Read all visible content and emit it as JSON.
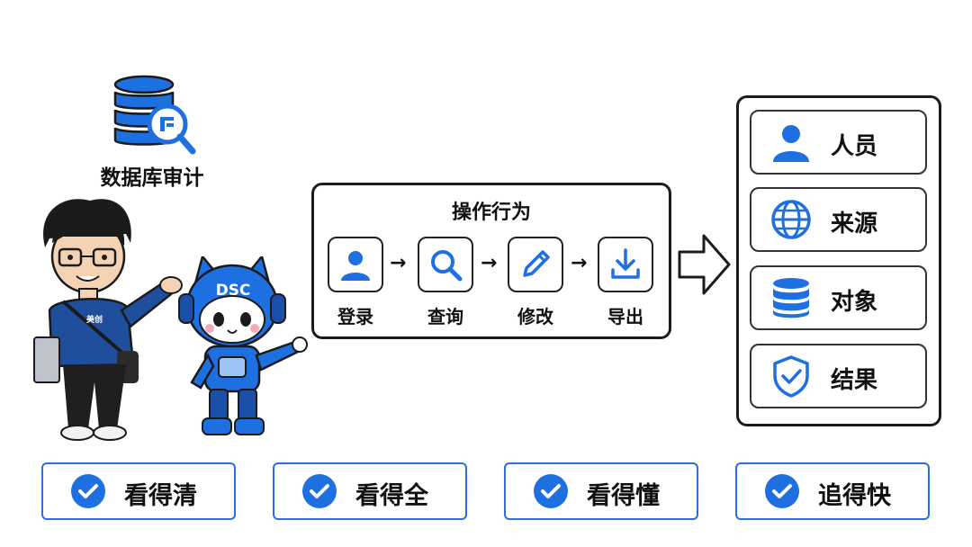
{
  "database_audit": {
    "label": "数据库审计",
    "icon": "database-search-icon",
    "color": "#1e6fe0"
  },
  "operations": {
    "title": "操作行为",
    "steps": [
      {
        "label": "登录",
        "icon": "user-icon"
      },
      {
        "label": "查询",
        "icon": "search-icon"
      },
      {
        "label": "修改",
        "icon": "pencil-icon"
      },
      {
        "label": "导出",
        "icon": "download-icon"
      }
    ]
  },
  "attributes": [
    {
      "label": "人员",
      "icon": "person-icon"
    },
    {
      "label": "来源",
      "icon": "globe-icon"
    },
    {
      "label": "对象",
      "icon": "database-icon"
    },
    {
      "label": "结果",
      "icon": "shield-check-icon"
    }
  ],
  "benefits": [
    {
      "label": "看得清",
      "icon": "check-circle-icon"
    },
    {
      "label": "看得全",
      "icon": "check-circle-icon"
    },
    {
      "label": "看得懂",
      "icon": "check-circle-icon"
    },
    {
      "label": "追得快",
      "icon": "check-circle-icon"
    }
  ],
  "mascot": {
    "badge": "DSC"
  },
  "person": {
    "shirt_logo": "美创"
  },
  "colors": {
    "brand_blue": "#1e6fe0",
    "outline": "#1b1b1b",
    "pill_border": "#2a6fe0"
  }
}
